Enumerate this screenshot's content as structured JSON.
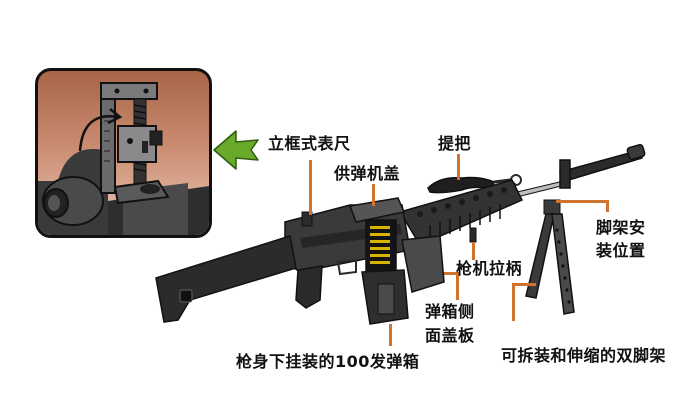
{
  "diagram": {
    "subject": "machine gun with parts callouts",
    "colors": {
      "leader_line": "#d0732f",
      "arrow": "#6aaa2a",
      "inset_background": "#c98b70",
      "weapon_body": "#2b2b2d",
      "ammo": "#d8b400"
    },
    "inset": {
      "caption": "",
      "icon": "rear-sight-closeup"
    },
    "labels": {
      "rear_sight": "立框式表尺",
      "carry_handle": "提把",
      "feed_cover": "供弹机盖",
      "bipod_mount_line1": "脚架安",
      "bipod_mount_line2": "装位置",
      "charging_handle": "枪机拉柄",
      "box_cover_line1": "弹箱侧",
      "box_cover_line2": "面盖板",
      "ammo_box": "枪身下挂装的100发弹箱",
      "bipod": "可拆装和伸缩的双脚架"
    }
  }
}
